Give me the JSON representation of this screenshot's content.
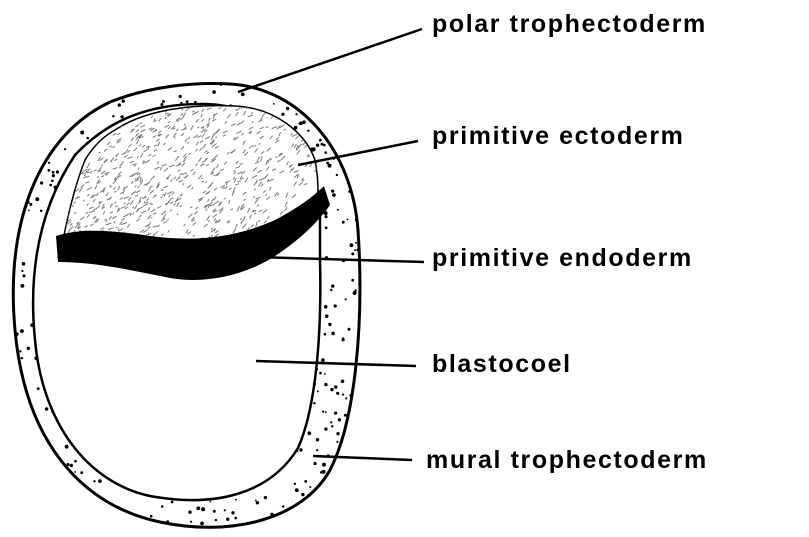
{
  "labels": {
    "polar_trophectoderm": "polar trophectoderm",
    "primitive_ectoderm": "primitive ectoderm",
    "primitive_endoderm": "primitive endoderm",
    "blastocoel": "blastocoel",
    "mural_trophectoderm": "mural trophectoderm"
  },
  "colors": {
    "ink": "#000000",
    "ectoderm_stipple": "#7a7a7a",
    "background": "#ffffff"
  }
}
